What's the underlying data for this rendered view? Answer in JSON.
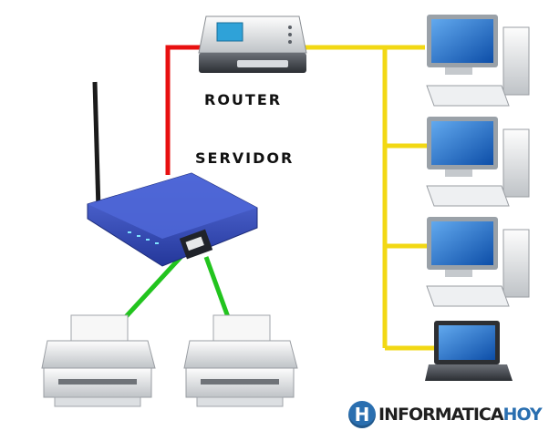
{
  "labels": {
    "router": "ROUTER",
    "server": "SERVIDOR"
  },
  "logo": {
    "badge_letter": "H",
    "text_dark": "INFORMATICA",
    "text_blue": "HOY"
  },
  "colors": {
    "router_link": "#e81010",
    "lan_link": "#f2d814",
    "printer_link": "#22c41e",
    "device_blue": "#3a54c8",
    "monitor_blue": "#1f6fd0",
    "logo_blue": "#2a6fb0"
  }
}
